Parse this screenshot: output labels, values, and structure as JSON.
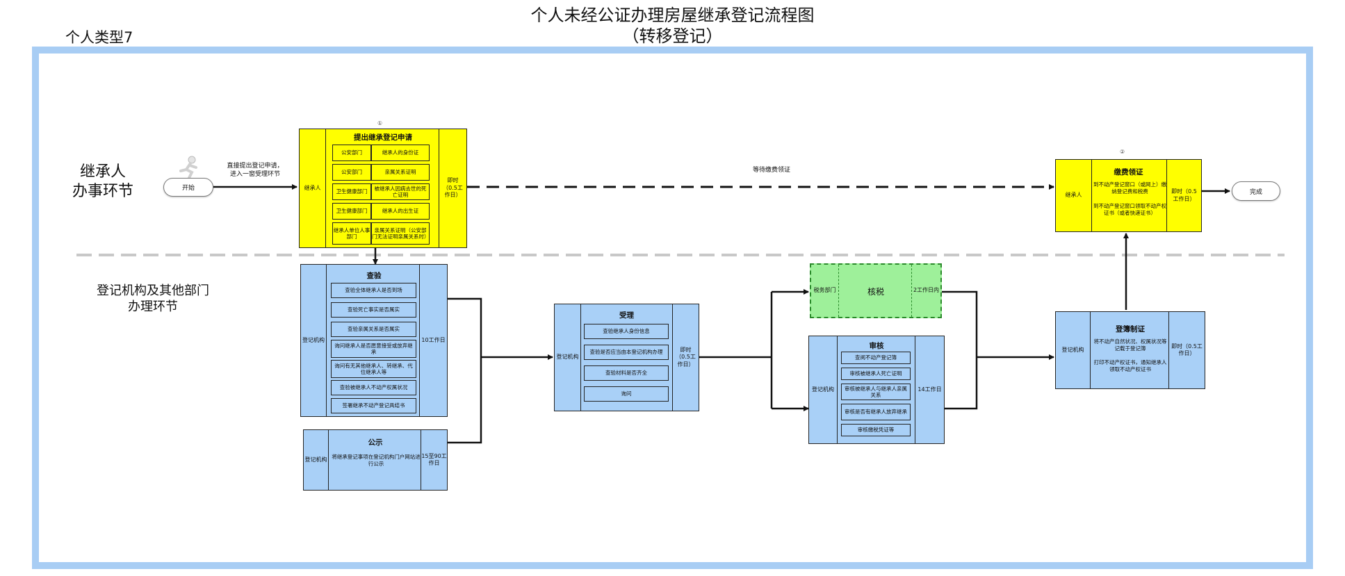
{
  "title": {
    "line1": "个人未经公证办理房屋继承登记流程图",
    "line2": "（转移登记）"
  },
  "type_label": "个人类型7",
  "lanes": {
    "applicant": {
      "line1": "继承人",
      "line2": "办事环节"
    },
    "agency": {
      "line1": "登记机构及其他部门",
      "line2": "办理环节"
    }
  },
  "start": {
    "label": "开始",
    "note_line1": "直接提出登记申请，",
    "note_line2": "进入一窗受理环节"
  },
  "apply": {
    "number": "①",
    "title": "提出继承登记申请",
    "actor": "继承人",
    "time": "即时（0.5工作日）",
    "rows": [
      {
        "dept": "公安部门",
        "doc": "继承人的身份证"
      },
      {
        "dept": "公安部门",
        "doc": "亲属关系证明"
      },
      {
        "dept": "卫生健康部门",
        "doc": "被继承人因病去世的死亡证明"
      },
      {
        "dept": "卫生健康部门",
        "doc": "继承人的出生证"
      },
      {
        "dept": "继承人单位人事部门",
        "doc": "亲属关系证明（公安部门无法证明亲属关系时）"
      }
    ]
  },
  "wait_label": "等待缴费领证",
  "pay": {
    "number": "②",
    "title": "缴费领证",
    "actor": "继承人",
    "time": "即时（0.5工作日）",
    "line1": "到不动产登记窗口（或网上）缴纳登记费和税费",
    "line2": "到不动产登记窗口领取不动产权证书（或者快递证书）"
  },
  "finish": {
    "label": "完成"
  },
  "inspect": {
    "title": "查验",
    "actor": "登记机构",
    "time": "10工作日",
    "items": [
      "查验全体继承人是否到场",
      "查验死亡事实是否属实",
      "查验亲属关系是否属实",
      "询问继承人是否愿意接受或放弃继承",
      "询问有无其他继承人、转继承、代位继承人等",
      "查验被继承人不动产权属状况",
      "签署继承不动产登记具结书"
    ]
  },
  "publicity": {
    "title": "公示",
    "actor": "登记机构",
    "time": "15至90工作日",
    "text": "将继承登记事项在登记机构门户网站进行公示"
  },
  "accept": {
    "title": "受理",
    "actor": "登记机构",
    "time": "即时（0.5工作日）",
    "items": [
      "查验继承人身份信息",
      "查验是否应当由本登记机构办理",
      "查验材料是否齐全",
      "询问"
    ]
  },
  "tax": {
    "title": "核税",
    "actor": "税务部门",
    "time": "2工作日内"
  },
  "review": {
    "title": "审核",
    "actor": "登记机构",
    "time": "14工作日",
    "items": [
      "查阅不动产登记簿",
      "审核被继承人死亡证明",
      "审核被继承人与继承人亲属关系",
      "审核是否有继承人放弃继承",
      "审核缴税凭证等"
    ]
  },
  "register": {
    "title": "登簿制证",
    "actor": "登记机构",
    "time": "即时（0.5工作日）",
    "line1": "将不动产自然状况、权属状况等记载于登记簿",
    "line2": "打印不动产权证书，通知继承人领取不动产权证书"
  },
  "colors": {
    "frame": "#a8cdf4",
    "yellow": "#ffff00",
    "blue": "#a9d0f7",
    "green": "#9ef09a"
  }
}
